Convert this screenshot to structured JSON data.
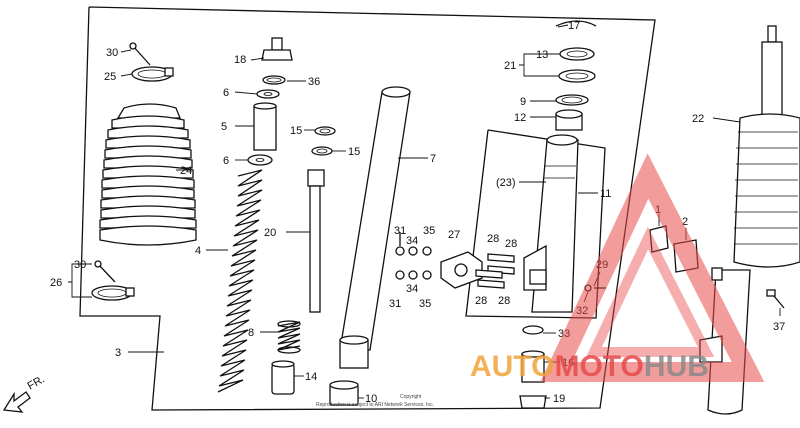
{
  "callouts": {
    "c1": "1",
    "c2": "2",
    "c3": "3",
    "c4": "4",
    "c5": "5",
    "c6a": "6",
    "c6b": "6",
    "c7": "7",
    "c8": "8",
    "c9": "9",
    "c10": "10",
    "c11": "11",
    "c12": "12",
    "c13": "13",
    "c14": "14",
    "c15a": "15",
    "c15b": "15",
    "c16": "16",
    "c17": "17",
    "c18": "18",
    "c19": "19",
    "c20": "20",
    "c21": "21",
    "c22": "22",
    "c23": "(23)",
    "c24": "24",
    "c25": "25",
    "c26": "26",
    "c27": "27",
    "c28a": "28",
    "c28b": "28",
    "c28c": "28",
    "c28d": "28",
    "c29": "29",
    "c30a": "30",
    "c30b": "30",
    "c31a": "31",
    "c31b": "31",
    "c32": "32",
    "c33": "33",
    "c34a": "34",
    "c34b": "34",
    "c35a": "35",
    "c35b": "35",
    "c36": "36",
    "c37": "37"
  },
  "direction_label": "FR.",
  "copyright": {
    "line1": "Copyright",
    "line2": "Reproduction is subject to ARI Network Services, Inc."
  },
  "watermark": {
    "part1": "AUTO",
    "part2": "MOTO",
    "part3": "HUB",
    "color_orange": "#f2a33a",
    "color_red": "#e84a4a",
    "color_gray": "#8a8a8a"
  }
}
